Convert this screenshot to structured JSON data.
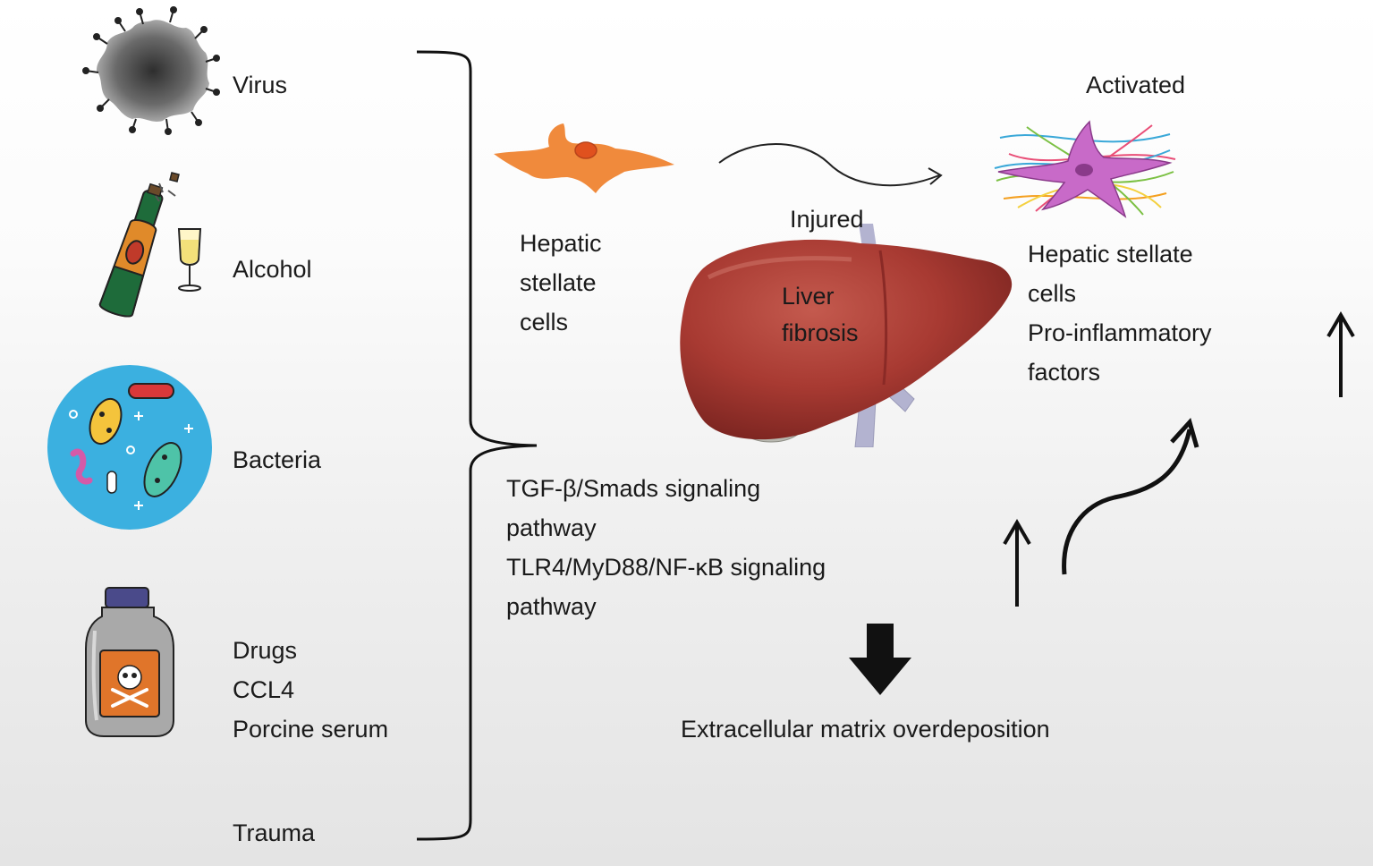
{
  "causes": {
    "virus": "Virus",
    "alcohol": "Alcohol",
    "bacteria": "Bacteria",
    "drugs": [
      "Drugs",
      "CCL4",
      "Porcine serum"
    ],
    "trauma": "Trauma"
  },
  "hsc_quiescent": [
    "Hepatic",
    "stellate",
    "cells"
  ],
  "activated_label": "Activated",
  "liver": {
    "injured_label": "Injured",
    "fibrosis_label": [
      "Liver",
      "fibrosis"
    ]
  },
  "activated_block": [
    "Hepatic stellate",
    "cells",
    "Pro-inflammatory",
    "factors"
  ],
  "pathways": [
    "TGF-β/Smads signaling",
    "pathway",
    "TLR4/MyD88/NF-κB signaling",
    "pathway"
  ],
  "ecm_label": "Extracellular matrix overdeposition",
  "colors": {
    "virus": "#6a6a6a",
    "bottle_glass": "#e08a2a",
    "bottle_label": "#1e6b3a",
    "bacteria_bg": "#3bb0e0",
    "hsc_quiescent": "#f08a3c",
    "hsc_activated": "#c86ac8",
    "liver": "#a83a32",
    "arrow": "#111111"
  },
  "icons": [
    "virus-icon",
    "champagne-bottle-icon",
    "wine-glass-icon",
    "bacteria-dish-icon",
    "poison-bottle-icon",
    "hepatic-stellate-cell-icon",
    "activated-stellate-cell-icon",
    "liver-icon"
  ]
}
